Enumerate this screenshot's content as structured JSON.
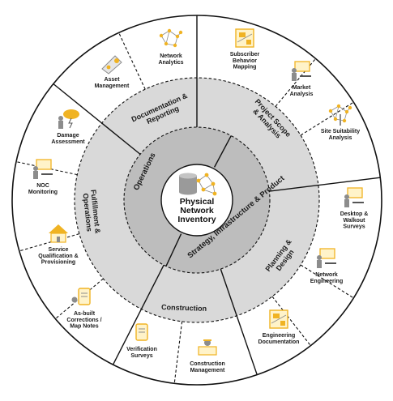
{
  "center": {
    "lines": [
      "Physical",
      "Network",
      "Inventory"
    ]
  },
  "inner_ring": [
    {
      "label": "Operations"
    },
    {
      "label": "Strategy, Infrastructure & Product"
    }
  ],
  "middle_ring": [
    {
      "lines": [
        "Documentation &",
        "Reporting"
      ]
    },
    {
      "lines": [
        "Project Scope",
        "& Analysis"
      ]
    },
    {
      "lines": [
        "Planning &",
        "Design"
      ]
    },
    {
      "lines": [
        "Construction"
      ]
    },
    {
      "lines": [
        "Fulfillment &",
        "Operations"
      ]
    }
  ],
  "outer_ring": [
    {
      "icon": "network-analytics-icon",
      "lines": [
        "Network",
        "Analytics"
      ]
    },
    {
      "icon": "subscriber-mapping-icon",
      "lines": [
        "Subscriber",
        "Behavior",
        "Mapping"
      ]
    },
    {
      "icon": "market-analysis-icon",
      "lines": [
        "Market",
        "Analysis"
      ]
    },
    {
      "icon": "site-suitability-icon",
      "lines": [
        "Site Suitability",
        "Analysis"
      ]
    },
    {
      "icon": "desktop-walkout-icon",
      "lines": [
        "Desktop &",
        "Walkout",
        "Surveys"
      ]
    },
    {
      "icon": "network-engineering-icon",
      "lines": [
        "Network",
        "Engineering"
      ]
    },
    {
      "icon": "engineering-documentation-icon",
      "lines": [
        "Engineering",
        "Documentation"
      ]
    },
    {
      "icon": "construction-management-icon",
      "lines": [
        "Construction",
        "Management"
      ]
    },
    {
      "icon": "verification-surveys-icon",
      "lines": [
        "Verification",
        "Surveys"
      ]
    },
    {
      "icon": "as-built-corrections-icon",
      "lines": [
        "As-built",
        "Corrections /",
        "Map Notes"
      ]
    },
    {
      "icon": "service-qualification-icon",
      "lines": [
        "Service",
        "Qualification &",
        "Provisioning"
      ]
    },
    {
      "icon": "noc-monitoring-icon",
      "lines": [
        "NOC",
        "Monitoring"
      ]
    },
    {
      "icon": "damage-assessment-icon",
      "lines": [
        "Damage",
        "Assessment"
      ]
    },
    {
      "icon": "asset-management-icon",
      "lines": [
        "Asset",
        "Management"
      ]
    }
  ],
  "colors": {
    "outer_fill": "#ffffff",
    "middle_fill": "#d9d9d9",
    "inner_fill": "#bdbdbd",
    "accent": "#f0b323",
    "icon_gray": "#8c8c8c",
    "line": "#111111"
  }
}
